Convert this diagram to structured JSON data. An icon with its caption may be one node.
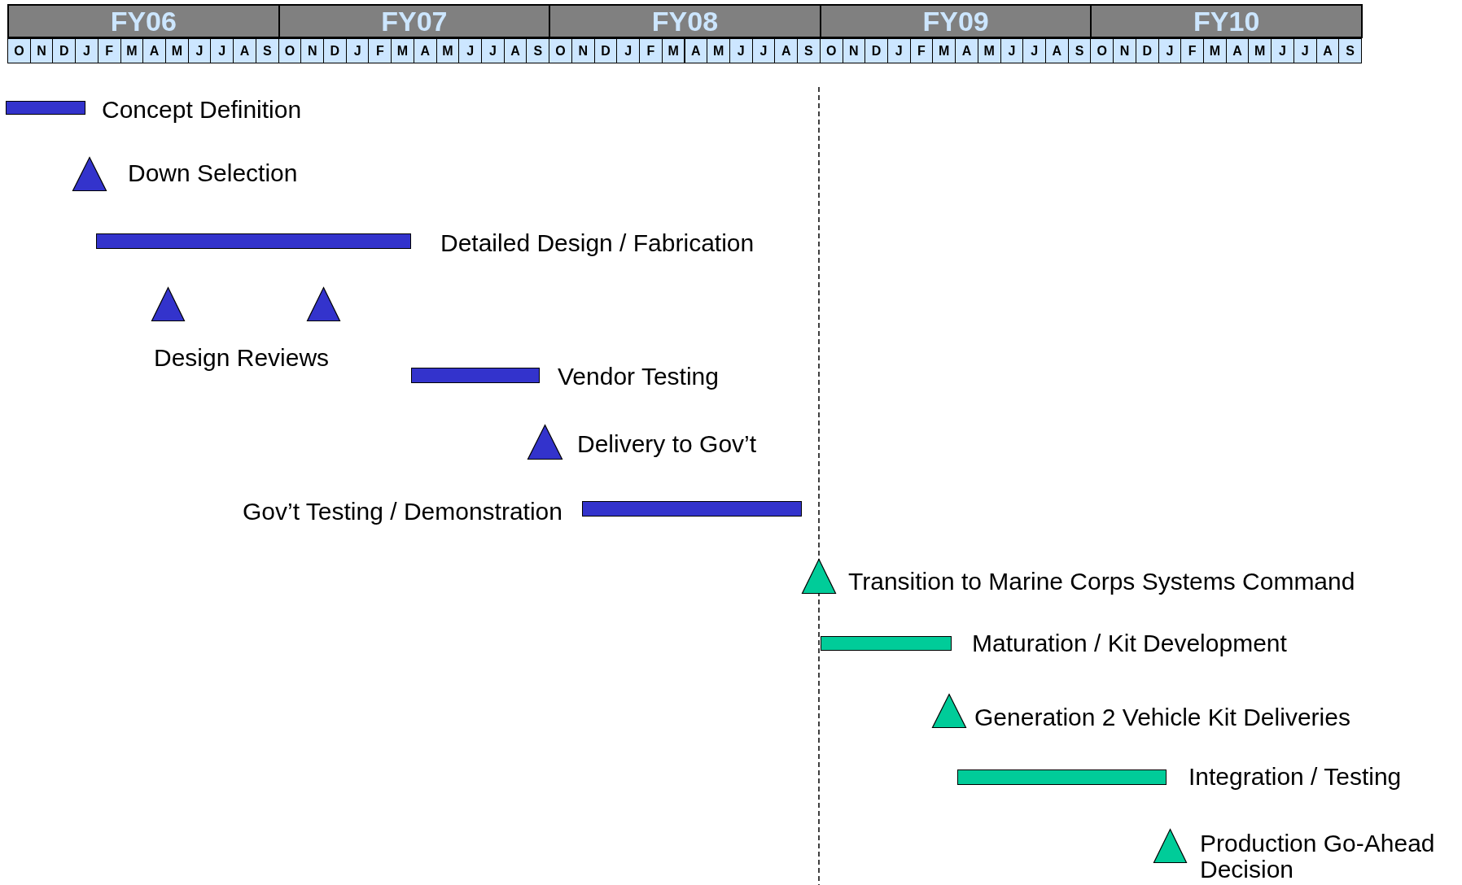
{
  "diagram": {
    "nodes": [
      {
        "text": [],
        "shape": "bar",
        "beside": [
          "Concept Definition"
        ]
      },
      {
        "text": [],
        "shape": "triangle",
        "beside": [
          "Down Selection"
        ]
      },
      {
        "text": [],
        "shape": "bar",
        "beside": [
          "Detailed Design / Fabrication"
        ]
      },
      {
        "text": [],
        "shape": "triangle"
      },
      {
        "text": [],
        "shape": "triangle"
      },
      {
        "text": [],
        "shape": "bar",
        "beside": [
          "Vendor Testing"
        ]
      },
      {
        "text": [],
        "shape": "triangle",
        "beside": [
          "Delivery to Gov’t"
        ]
      },
      {
        "text": [],
        "shape": "bar",
        "beside": [
          "Gov’t Testing / Demonstration"
        ]
      },
      {
        "text": [],
        "shape": "triangle",
        "beside": [
          "Transition to Marine Corps Systems Command"
        ]
      },
      {
        "text": [],
        "shape": "bar",
        "beside": [
          "Maturation / Kit Development"
        ]
      },
      {
        "text": [],
        "shape": "triangle",
        "beside": [
          "Generation 2 Vehicle Kit Deliveries"
        ]
      },
      {
        "text": [],
        "shape": "bar",
        "beside": [
          "Integration / Testing"
        ]
      },
      {
        "text": [],
        "shape": "triangle",
        "beside": [
          "Production Go-Ahead Decision"
        ]
      }
    ],
    "edges": [],
    "labels": [
      "FY06",
      "FY07",
      "FY08",
      "FY09",
      "FY10",
      "O",
      "N",
      "D",
      "J",
      "F",
      "M",
      "A",
      "M",
      "J",
      "J",
      "A",
      "S",
      "O",
      "N",
      "D",
      "J",
      "F",
      "M",
      "A",
      "M",
      "J",
      "J",
      "A",
      "S",
      "O",
      "N",
      "D",
      "J",
      "F",
      "M",
      "A",
      "M",
      "J",
      "J",
      "A",
      "S",
      "O",
      "N",
      "D",
      "J",
      "F",
      "M",
      "A",
      "M",
      "J",
      "J",
      "A",
      "S",
      "O",
      "N",
      "D",
      "J",
      "F",
      "M",
      "A",
      "M",
      "J",
      "J",
      "A",
      "S",
      "Design Reviews"
    ]
  }
}
